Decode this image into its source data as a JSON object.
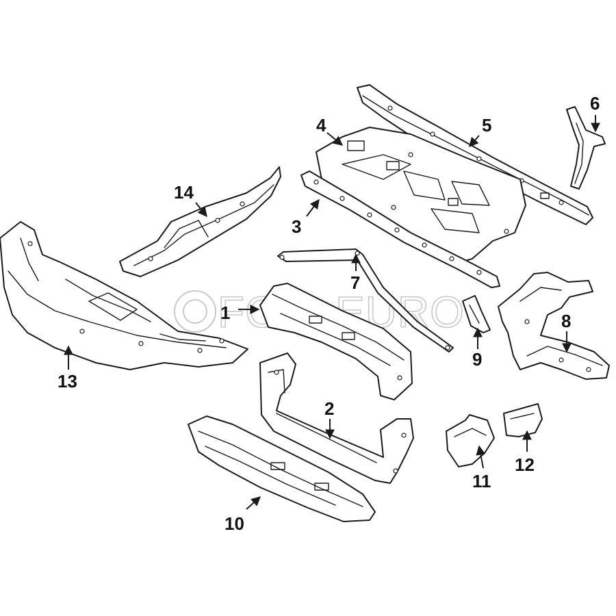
{
  "watermark": {
    "brand": "FCP EURO",
    "text_left": "FCP",
    "text_right": "EURO",
    "color": "#c9c9c9"
  },
  "colors": {
    "line": "#1a1a1a",
    "background": "#ffffff"
  },
  "callouts": [
    {
      "id": "p1",
      "label": "1"
    },
    {
      "id": "p2",
      "label": "2"
    },
    {
      "id": "p3",
      "label": "3"
    },
    {
      "id": "p4",
      "label": "4"
    },
    {
      "id": "p5",
      "label": "5"
    },
    {
      "id": "p6",
      "label": "6"
    },
    {
      "id": "p7",
      "label": "7"
    },
    {
      "id": "p8",
      "label": "8"
    },
    {
      "id": "p9",
      "label": "9"
    },
    {
      "id": "p10",
      "label": "10"
    },
    {
      "id": "p11",
      "label": "11"
    },
    {
      "id": "p12",
      "label": "12"
    },
    {
      "id": "p13",
      "label": "13"
    },
    {
      "id": "p14",
      "label": "14"
    }
  ]
}
